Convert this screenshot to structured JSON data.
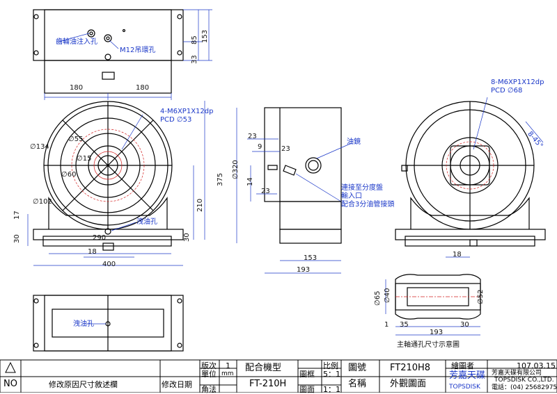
{
  "drawing": {
    "top_view": {
      "label_oil_inlet": "齒輪油注入孔",
      "label_lift_hole": "M12吊環孔",
      "dim_width_left": "180",
      "dim_width_right": "180",
      "dim_h_153": "153",
      "dim_h_85": "85",
      "dim_h_33": "33"
    },
    "front_view": {
      "label_screw": "4-M6XP1X12dp",
      "label_pcd": "PCD ∅53",
      "dim_d134": "∅134",
      "dim_d102": "∅102",
      "dim_d60": "∅60",
      "dim_d55": "∅55",
      "dim_d15": "∅15",
      "dim_17": "17",
      "dim_30": "30",
      "dim_290": "290",
      "dim_18": "18",
      "dim_400": "400",
      "dim_375": "375",
      "dim_210": "210",
      "dim_30r": "30",
      "label_drain": "洩油孔"
    },
    "side_view": {
      "dim_23a": "23",
      "dim_9": "9",
      "dim_23b": "23",
      "dim_14": "14",
      "dim_23c": "23",
      "dim_d320": "∅320",
      "dim_153": "153",
      "dim_193": "193",
      "label_oil_mirror": "油鏡",
      "label_connect_1": "連接至分度盤",
      "label_connect_2": "輸入口",
      "label_connect_3": "配合3分油管接頭"
    },
    "right_view": {
      "label_screw": "8-M6XP1X12dp",
      "label_pcd": "PCD ∅68",
      "label_angle": "8-45°",
      "dim_18": "18"
    },
    "bottom_view": {
      "label_drain": "洩油孔"
    },
    "section_view": {
      "dim_d65": "∅65",
      "dim_d40": "∅40",
      "dim_d52": "∅52",
      "dim_1": "1",
      "dim_35": "35",
      "dim_30": "30",
      "dim_193": "193",
      "caption": "主軸通孔尺寸示意圖"
    }
  },
  "title_block": {
    "no_label": "NO",
    "revision_label": "修改原因尺寸敘述欄",
    "revision_date_label": "修改日期",
    "version_label": "版次",
    "version_value": "1",
    "unit_label": "單位",
    "unit_value": "mm",
    "angle_label": "角法",
    "fit_model_label": "配合機型",
    "fit_model_value": "FT-210H",
    "scale_label": "比例",
    "scale_frame_label": "圖框",
    "scale_frame_value": "5：1",
    "scale_face_label": "圖面",
    "scale_face_value": "1：1",
    "drawing_no_label": "圖號",
    "drawing_no_value": "FT210H8",
    "name_label": "名稱",
    "name_value": "外觀圖面",
    "drafter_label": "繪圖者",
    "date_value": "107.03.15",
    "company_cn": "芳嘉天碟",
    "company_en": "TOPSDISK",
    "company_full_cn": "芳嘉天碟有限公司",
    "company_full_en": "TOPSDISK CO.,LTD.",
    "phone": "電話：(04) 25682975"
  },
  "colors": {
    "line": "#000000",
    "dim": "#1a37c8",
    "red": "#d42020"
  }
}
